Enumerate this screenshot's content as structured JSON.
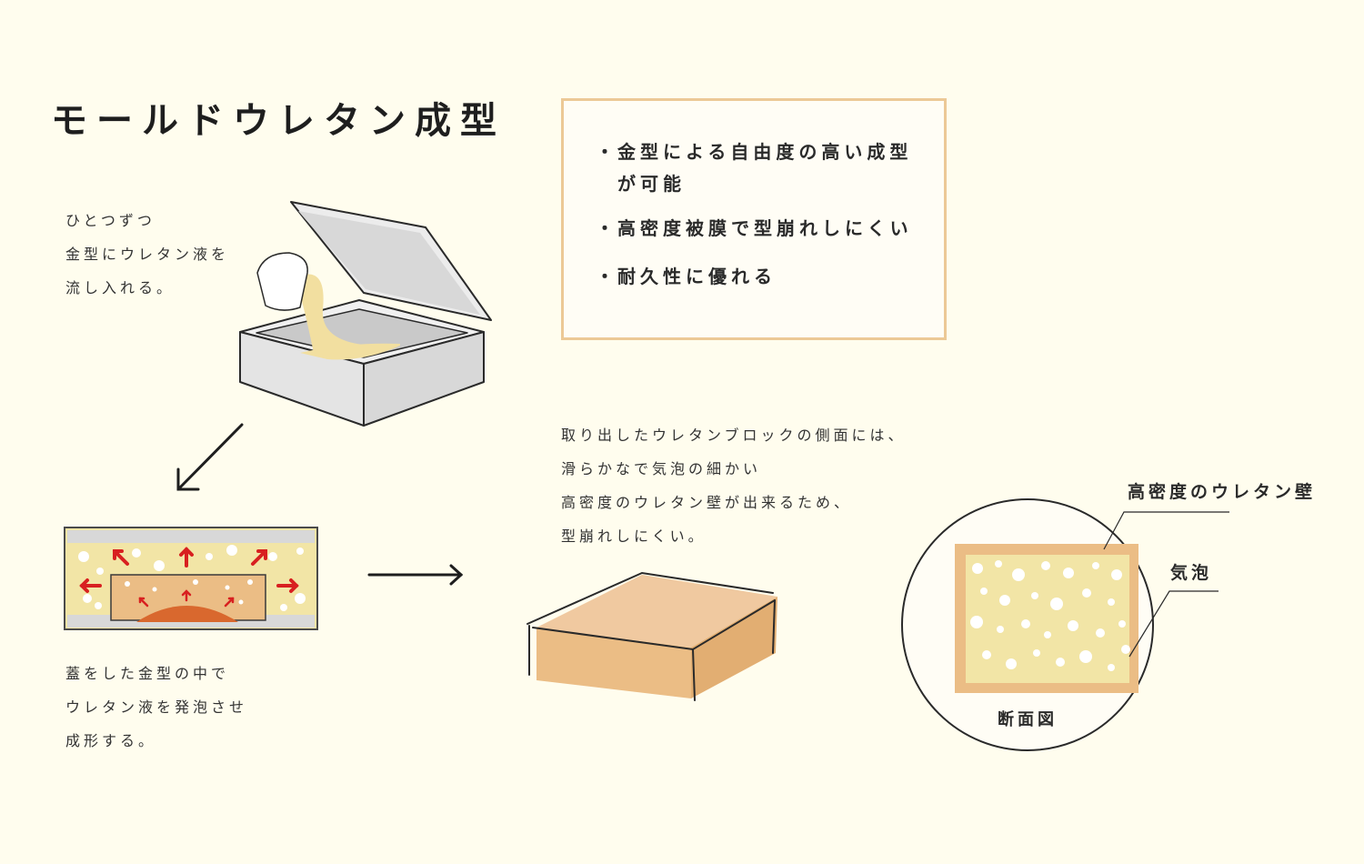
{
  "title": "モールドウレタン成型",
  "features": {
    "items": [
      {
        "bullet": "・",
        "lines": [
          "金型による自由度の高い成型",
          "が可能"
        ]
      },
      {
        "bullet": "・",
        "lines": [
          "高密度被膜で型崩れしにくい"
        ]
      },
      {
        "bullet": "・",
        "lines": [
          "耐久性に優れる"
        ]
      }
    ]
  },
  "steps": {
    "pour": [
      "ひとつずつ",
      "金型にウレタン液を",
      "流し入れる。"
    ],
    "foam": [
      "蓋をした金型の中で",
      "ウレタン液を発泡させ",
      "成形する。"
    ],
    "result": [
      "取り出したウレタンブロックの側面には、",
      "滑らかなで気泡の細かい",
      "高密度のウレタン壁が出来るため、",
      "型崩れしにくい。"
    ]
  },
  "cross_section": {
    "wall_label": "高密度のウレタン壁",
    "bubble_label": "気泡",
    "caption": "断面図"
  },
  "colors": {
    "background": "#fffdee",
    "box_border": "#ecc996",
    "urethane_liquid": "#f2dfa0",
    "block": "#ebbd85",
    "arrow_red": "#d82020",
    "core_orange": "#d9682e"
  }
}
